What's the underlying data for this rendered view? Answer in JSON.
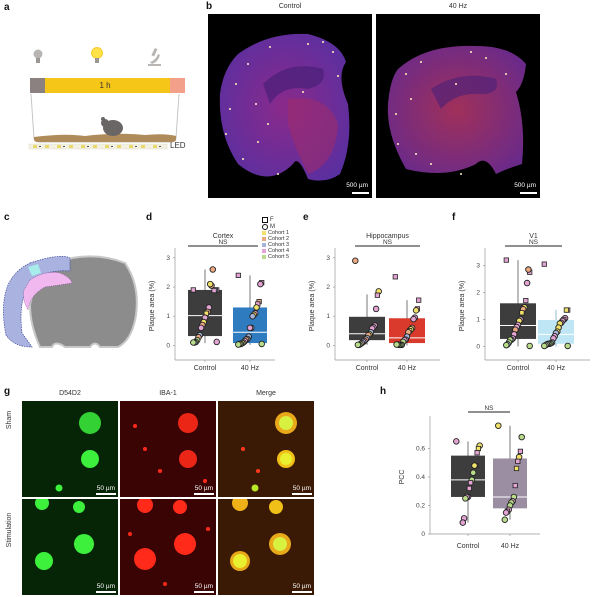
{
  "panels": {
    "a": {
      "label": "a",
      "timeline_label": "1 h",
      "led_label": "LED",
      "icons": [
        "lightbulb-off-icon",
        "lightbulb-on-icon",
        "microscope-icon",
        "mouse-icon"
      ],
      "colors": {
        "pre": "#8a8180",
        "stim": "#f5c518",
        "post": "#f2a08a",
        "bedding": "#b08b5a"
      }
    },
    "b": {
      "label": "b",
      "columns": [
        "Control",
        "40 Hz"
      ],
      "scale_bar": "500 µm"
    },
    "c": {
      "label": "c",
      "colors": {
        "cortex": "#aab3e0",
        "hippocampus": "#f0b8ee",
        "v1": "#a8ecec",
        "brain": "#8c8c8c"
      }
    },
    "d": {
      "label": "d",
      "title": "Cortex",
      "significance": "NS"
    },
    "e": {
      "label": "e",
      "title": "Hippocampus",
      "significance": "NS"
    },
    "f": {
      "label": "f",
      "title": "V1",
      "significance": "NS"
    },
    "g": {
      "label": "g",
      "columns": [
        "D54D2",
        "IBA-1",
        "Merge"
      ],
      "rows": [
        "Sham",
        "Stimulation"
      ],
      "scale_bar": "50 µm"
    },
    "h": {
      "label": "h",
      "significance": "NS"
    }
  },
  "legend": {
    "shapes": [
      {
        "symbol": "square",
        "label": "F"
      },
      {
        "symbol": "circle",
        "label": "M"
      }
    ],
    "cohorts": [
      {
        "label": "Cohort 1",
        "color": "#f2e26a"
      },
      {
        "label": "Cohort 2",
        "color": "#eba982"
      },
      {
        "label": "Cohort 3",
        "color": "#a6b4d8"
      },
      {
        "label": "Cohort 4",
        "color": "#e3a3d3"
      },
      {
        "label": "Cohort 5",
        "color": "#b9dc8a"
      }
    ]
  },
  "chart_data": [
    {
      "panel": "d",
      "type": "box",
      "title": "Cortex",
      "ylabel": "Plaque area (%)",
      "categories": [
        "Control",
        "40 Hz"
      ],
      "yticks": [
        0,
        1,
        2,
        3
      ],
      "ylim": [
        -0.5,
        3.2
      ],
      "annotation": "NS",
      "box_colors": [
        "#3d3d3d",
        "#2f7bc0"
      ],
      "boxes": [
        {
          "q1": 0.32,
          "median": 1.02,
          "q3": 1.9,
          "whisker_low": 0.08,
          "whisker_high": 2.6
        },
        {
          "q1": 0.08,
          "median": 0.45,
          "q3": 1.3,
          "whisker_low": 0.02,
          "whisker_high": 2.4
        }
      ],
      "points": [
        [
          {
            "v": 1.9,
            "s": "sq",
            "c": 4
          },
          {
            "v": 1.9,
            "s": "sq",
            "c": 4
          },
          {
            "v": 1.9,
            "s": "sq",
            "c": 3
          },
          {
            "v": 1.88,
            "s": "sq",
            "c": 4
          },
          {
            "v": 2.6,
            "s": "ci",
            "c": 2
          },
          {
            "v": 2.05,
            "s": "ci",
            "c": 2
          },
          {
            "v": 2.1,
            "s": "ci",
            "c": 1
          },
          {
            "v": 1.3,
            "s": "ci",
            "c": 4
          },
          {
            "v": 1.15,
            "s": "ci",
            "c": 2
          },
          {
            "v": 1.1,
            "s": "sq",
            "c": 1
          },
          {
            "v": 0.95,
            "s": "ci",
            "c": 4
          },
          {
            "v": 0.8,
            "s": "ci",
            "c": 1
          },
          {
            "v": 0.7,
            "s": "ci",
            "c": 2
          },
          {
            "v": 0.6,
            "s": "ci",
            "c": 4
          },
          {
            "v": 0.35,
            "s": "ci",
            "c": 3
          },
          {
            "v": 0.28,
            "s": "ci",
            "c": 2
          },
          {
            "v": 0.18,
            "s": "ci",
            "c": 5
          },
          {
            "v": 0.12,
            "s": "ci",
            "c": 5
          },
          {
            "v": 0.1,
            "s": "ci",
            "c": 3
          },
          {
            "v": 0.1,
            "s": "ci",
            "c": 5
          },
          {
            "v": 0.12,
            "s": "ci",
            "c": 4
          }
        ],
        [
          {
            "v": 2.4,
            "s": "sq",
            "c": 4
          },
          {
            "v": 2.15,
            "s": "sq",
            "c": 4
          },
          {
            "v": 2.1,
            "s": "ci",
            "c": 4
          },
          {
            "v": 1.5,
            "s": "sq",
            "c": 2
          },
          {
            "v": 1.42,
            "s": "sq",
            "c": 4
          },
          {
            "v": 1.3,
            "s": "ci",
            "c": 1
          },
          {
            "v": 1.1,
            "s": "ci",
            "c": 4
          },
          {
            "v": 1.05,
            "s": "ci",
            "c": 1
          },
          {
            "v": 1.0,
            "s": "ci",
            "c": 3
          },
          {
            "v": 0.6,
            "s": "ci",
            "c": 4
          },
          {
            "v": 0.6,
            "s": "ci",
            "c": 4
          },
          {
            "v": 0.3,
            "s": "ci",
            "c": 3
          },
          {
            "v": 0.22,
            "s": "ci",
            "c": 3
          },
          {
            "v": 0.2,
            "s": "ci",
            "c": 2
          },
          {
            "v": 0.15,
            "s": "ci",
            "c": 4
          },
          {
            "v": 0.1,
            "s": "ci",
            "c": 2
          },
          {
            "v": 0.08,
            "s": "ci",
            "c": 5
          },
          {
            "v": 0.05,
            "s": "ci",
            "c": 5
          },
          {
            "v": 0.05,
            "s": "ci",
            "c": 1
          },
          {
            "v": 0.03,
            "s": "ci",
            "c": 5
          },
          {
            "v": 0.05,
            "s": "ci",
            "c": 5
          }
        ]
      ]
    },
    {
      "panel": "e",
      "type": "box",
      "title": "Hippocampus",
      "ylabel": "Plaque area (%)",
      "categories": [
        "Control",
        "40 Hz"
      ],
      "yticks": [
        0,
        1,
        2,
        3
      ],
      "ylim": [
        -0.5,
        3.2
      ],
      "annotation": "NS",
      "box_colors": [
        "#3d3d3d",
        "#d93a2b"
      ],
      "boxes": [
        {
          "q1": 0.18,
          "median": 0.4,
          "q3": 0.98,
          "whisker_low": 0.02,
          "whisker_high": 1.75
        },
        {
          "q1": 0.08,
          "median": 0.26,
          "q3": 0.93,
          "whisker_low": 0.0,
          "whisker_high": 1.55
        }
      ],
      "points": [
        [
          {
            "v": 2.9,
            "s": "ci",
            "c": 2
          },
          {
            "v": 1.85,
            "s": "ci",
            "c": 1
          },
          {
            "v": 1.72,
            "s": "sq",
            "c": 4
          },
          {
            "v": 1.25,
            "s": "ci",
            "c": 4
          },
          {
            "v": 0.68,
            "s": "ci",
            "c": 4
          },
          {
            "v": 0.62,
            "s": "ci",
            "c": 4
          },
          {
            "v": 0.58,
            "s": "ci",
            "c": 4
          },
          {
            "v": 0.45,
            "s": "ci",
            "c": 3
          },
          {
            "v": 0.38,
            "s": "ci",
            "c": 1
          },
          {
            "v": 0.35,
            "s": "ci",
            "c": 2
          },
          {
            "v": 0.25,
            "s": "ci",
            "c": 3
          },
          {
            "v": 0.2,
            "s": "ci",
            "c": 2
          },
          {
            "v": 0.15,
            "s": "ci",
            "c": 4
          },
          {
            "v": 0.12,
            "s": "ci",
            "c": 3
          },
          {
            "v": 0.08,
            "s": "ci",
            "c": 4
          },
          {
            "v": 0.05,
            "s": "ci",
            "c": 5
          },
          {
            "v": 0.02,
            "s": "ci",
            "c": 5
          },
          {
            "v": 0.02,
            "s": "ci",
            "c": 5
          }
        ],
        [
          {
            "v": 2.35,
            "s": "sq",
            "c": 4
          },
          {
            "v": 1.55,
            "s": "sq",
            "c": 4
          },
          {
            "v": 1.25,
            "s": "sq",
            "c": 4
          },
          {
            "v": 1.2,
            "s": "ci",
            "c": 1
          },
          {
            "v": 0.95,
            "s": "ci",
            "c": 4
          },
          {
            "v": 0.9,
            "s": "ci",
            "c": 4
          },
          {
            "v": 0.6,
            "s": "ci",
            "c": 2
          },
          {
            "v": 0.55,
            "s": "ci",
            "c": 1
          },
          {
            "v": 0.5,
            "s": "sq",
            "c": 1
          },
          {
            "v": 0.45,
            "s": "ci",
            "c": 2
          },
          {
            "v": 0.3,
            "s": "ci",
            "c": 3
          },
          {
            "v": 0.2,
            "s": "ci",
            "c": 4
          },
          {
            "v": 0.18,
            "s": "ci",
            "c": 4
          },
          {
            "v": 0.12,
            "s": "ci",
            "c": 5
          },
          {
            "v": 0.02,
            "s": "ci",
            "c": 5
          },
          {
            "v": 0.02,
            "s": "ci",
            "c": 5
          },
          {
            "v": 0.02,
            "s": "ci",
            "c": 5
          },
          {
            "v": 0.03,
            "s": "ci",
            "c": 5
          },
          {
            "v": 0.03,
            "s": "ci",
            "c": 5
          }
        ]
      ]
    },
    {
      "panel": "f",
      "type": "box",
      "title": "V1",
      "ylabel": "Plaque area (%)",
      "categories": [
        "Control",
        "40 Hz"
      ],
      "yticks": [
        0,
        1,
        2,
        3
      ],
      "ylim": [
        -0.5,
        3.5
      ],
      "annotation": "NS",
      "box_colors": [
        "#3d3d3d",
        "#bfe6f5"
      ],
      "boxes": [
        {
          "q1": 0.28,
          "median": 0.78,
          "q3": 1.6,
          "whisker_low": 0.0,
          "whisker_high": 3.2
        },
        {
          "q1": 0.1,
          "median": 0.45,
          "q3": 0.98,
          "whisker_low": 0.0,
          "whisker_high": 1.35
        }
      ],
      "points": [
        [
          {
            "v": 3.2,
            "s": "sq",
            "c": 4
          },
          {
            "v": 2.75,
            "s": "sq",
            "c": 4
          },
          {
            "v": 2.85,
            "s": "ci",
            "c": 2
          },
          {
            "v": 2.35,
            "s": "ci",
            "c": 4
          },
          {
            "v": 1.7,
            "s": "sq",
            "c": 4
          },
          {
            "v": 1.45,
            "s": "ci",
            "c": 1
          },
          {
            "v": 1.38,
            "s": "ci",
            "c": 2
          },
          {
            "v": 1.25,
            "s": "sq",
            "c": 1
          },
          {
            "v": 1.0,
            "s": "ci",
            "c": 4
          },
          {
            "v": 0.95,
            "s": "ci",
            "c": 1
          },
          {
            "v": 0.8,
            "s": "ci",
            "c": 4
          },
          {
            "v": 0.72,
            "s": "ci",
            "c": 4
          },
          {
            "v": 0.62,
            "s": "ci",
            "c": 2
          },
          {
            "v": 0.45,
            "s": "ci",
            "c": 4
          },
          {
            "v": 0.3,
            "s": "ci",
            "c": 4
          },
          {
            "v": 0.25,
            "s": "ci",
            "c": 3
          },
          {
            "v": 0.25,
            "s": "ci",
            "c": 5
          },
          {
            "v": 0.15,
            "s": "ci",
            "c": 5
          },
          {
            "v": 0.08,
            "s": "ci",
            "c": 3
          },
          {
            "v": 0.05,
            "s": "ci",
            "c": 5
          },
          {
            "v": 0.02,
            "s": "ci",
            "c": 5
          }
        ],
        [
          {
            "v": 3.05,
            "s": "sq",
            "c": 4
          },
          {
            "v": 1.35,
            "s": "sq",
            "c": 4
          },
          {
            "v": 1.35,
            "s": "sq",
            "c": 1
          },
          {
            "v": 1.05,
            "s": "ci",
            "c": 4
          },
          {
            "v": 1.0,
            "s": "sq",
            "c": 4
          },
          {
            "v": 0.95,
            "s": "ci",
            "c": 4
          },
          {
            "v": 0.88,
            "s": "ci",
            "c": 4
          },
          {
            "v": 0.85,
            "s": "ci",
            "c": 1
          },
          {
            "v": 0.7,
            "s": "ci",
            "c": 1
          },
          {
            "v": 0.55,
            "s": "ci",
            "c": 1
          },
          {
            "v": 0.5,
            "s": "ci",
            "c": 3
          },
          {
            "v": 0.38,
            "s": "ci",
            "c": 4
          },
          {
            "v": 0.3,
            "s": "ci",
            "c": 4
          },
          {
            "v": 0.15,
            "s": "ci",
            "c": 3
          },
          {
            "v": 0.12,
            "s": "ci",
            "c": 5
          },
          {
            "v": 0.1,
            "s": "ci",
            "c": 5
          },
          {
            "v": 0.1,
            "s": "ci",
            "c": 5
          },
          {
            "v": 0.08,
            "s": "ci",
            "c": 3
          },
          {
            "v": 0.05,
            "s": "ci",
            "c": 5
          },
          {
            "v": 0.02,
            "s": "ci",
            "c": 5
          },
          {
            "v": 0.02,
            "s": "ci",
            "c": 5
          }
        ]
      ]
    },
    {
      "panel": "h",
      "type": "box",
      "title": "",
      "ylabel": "PCC",
      "categories": [
        "Control",
        "40 Hz"
      ],
      "yticks": [
        0,
        0.2,
        0.4,
        0.6
      ],
      "ylim": [
        0,
        0.8
      ],
      "annotation": "NS",
      "box_colors": [
        "#3d3d3d",
        "#9b8ea3"
      ],
      "boxes": [
        {
          "q1": 0.26,
          "median": 0.38,
          "q3": 0.55,
          "whisker_low": 0.08,
          "whisker_high": 0.65
        },
        {
          "q1": 0.18,
          "median": 0.26,
          "q3": 0.53,
          "whisker_low": 0.1,
          "whisker_high": 0.76
        }
      ],
      "points": [
        [
          {
            "v": 0.65,
            "s": "ci",
            "c": 4
          },
          {
            "v": 0.62,
            "s": "ci",
            "c": 1
          },
          {
            "v": 0.6,
            "s": "sq",
            "c": 1
          },
          {
            "v": 0.57,
            "s": "sq",
            "c": 4
          },
          {
            "v": 0.48,
            "s": "sq",
            "c": 4
          },
          {
            "v": 0.48,
            "s": "ci",
            "c": 1
          },
          {
            "v": 0.43,
            "s": "ci",
            "c": 5
          },
          {
            "v": 0.38,
            "s": "ci",
            "c": 5
          },
          {
            "v": 0.36,
            "s": "sq",
            "c": 4
          },
          {
            "v": 0.32,
            "s": "sq",
            "c": 4
          },
          {
            "v": 0.26,
            "s": "ci",
            "c": 4
          },
          {
            "v": 0.26,
            "s": "ci",
            "c": 4
          },
          {
            "v": 0.25,
            "s": "ci",
            "c": 5
          },
          {
            "v": 0.11,
            "s": "ci",
            "c": 4
          },
          {
            "v": 0.08,
            "s": "ci",
            "c": 4
          }
        ],
        [
          {
            "v": 0.76,
            "s": "ci",
            "c": 1
          },
          {
            "v": 0.68,
            "s": "ci",
            "c": 5
          },
          {
            "v": 0.58,
            "s": "sq",
            "c": 4
          },
          {
            "v": 0.54,
            "s": "ci",
            "c": 1
          },
          {
            "v": 0.51,
            "s": "sq",
            "c": 4
          },
          {
            "v": 0.46,
            "s": "sq",
            "c": 1
          },
          {
            "v": 0.34,
            "s": "sq",
            "c": 4
          },
          {
            "v": 0.26,
            "s": "ci",
            "c": 5
          },
          {
            "v": 0.23,
            "s": "ci",
            "c": 4
          },
          {
            "v": 0.22,
            "s": "ci",
            "c": 5
          },
          {
            "v": 0.2,
            "s": "ci",
            "c": 5
          },
          {
            "v": 0.17,
            "s": "ci",
            "c": 4
          },
          {
            "v": 0.16,
            "s": "sq",
            "c": 4
          },
          {
            "v": 0.15,
            "s": "ci",
            "c": 4
          },
          {
            "v": 0.1,
            "s": "ci",
            "c": 5
          }
        ]
      ]
    }
  ]
}
